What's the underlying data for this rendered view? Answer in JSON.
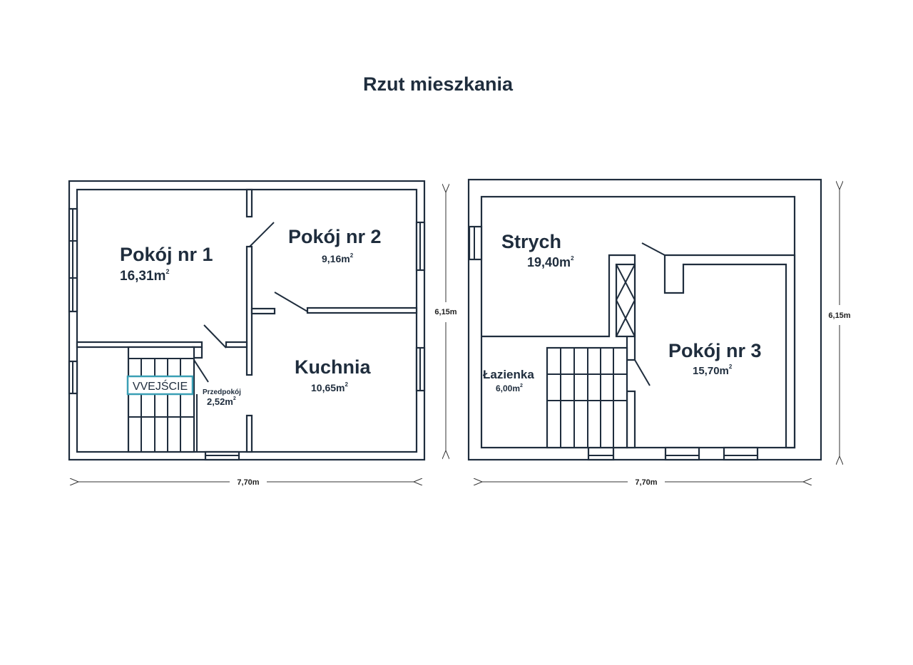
{
  "title": "Rzut mieszkania",
  "colors": {
    "walls": "#1f2d3d",
    "entrance": "#3a9fb5"
  },
  "ground_floor": {
    "rooms": [
      {
        "name": "Pokój nr 1",
        "area": "16,31m",
        "sup": "2"
      },
      {
        "name": "Pokój nr 2",
        "area": "9,16m",
        "sup": "2"
      },
      {
        "name": "Kuchnia",
        "area": "10,65m",
        "sup": "2"
      },
      {
        "name": "Przedpokój",
        "area": "2,52m",
        "sup": "2"
      }
    ],
    "entrance": "VVEJŚCIE",
    "width": "7,70m",
    "height": "6,15m"
  },
  "upper_floor": {
    "rooms": [
      {
        "name": "Strych",
        "area": "19,40m",
        "sup": "2"
      },
      {
        "name": "Pokój nr 3",
        "area": "15,70m",
        "sup": "2"
      },
      {
        "name": "Łazienka",
        "area": "6,00m",
        "sup": "2"
      }
    ],
    "width": "7,70m",
    "height": "6,15m"
  }
}
